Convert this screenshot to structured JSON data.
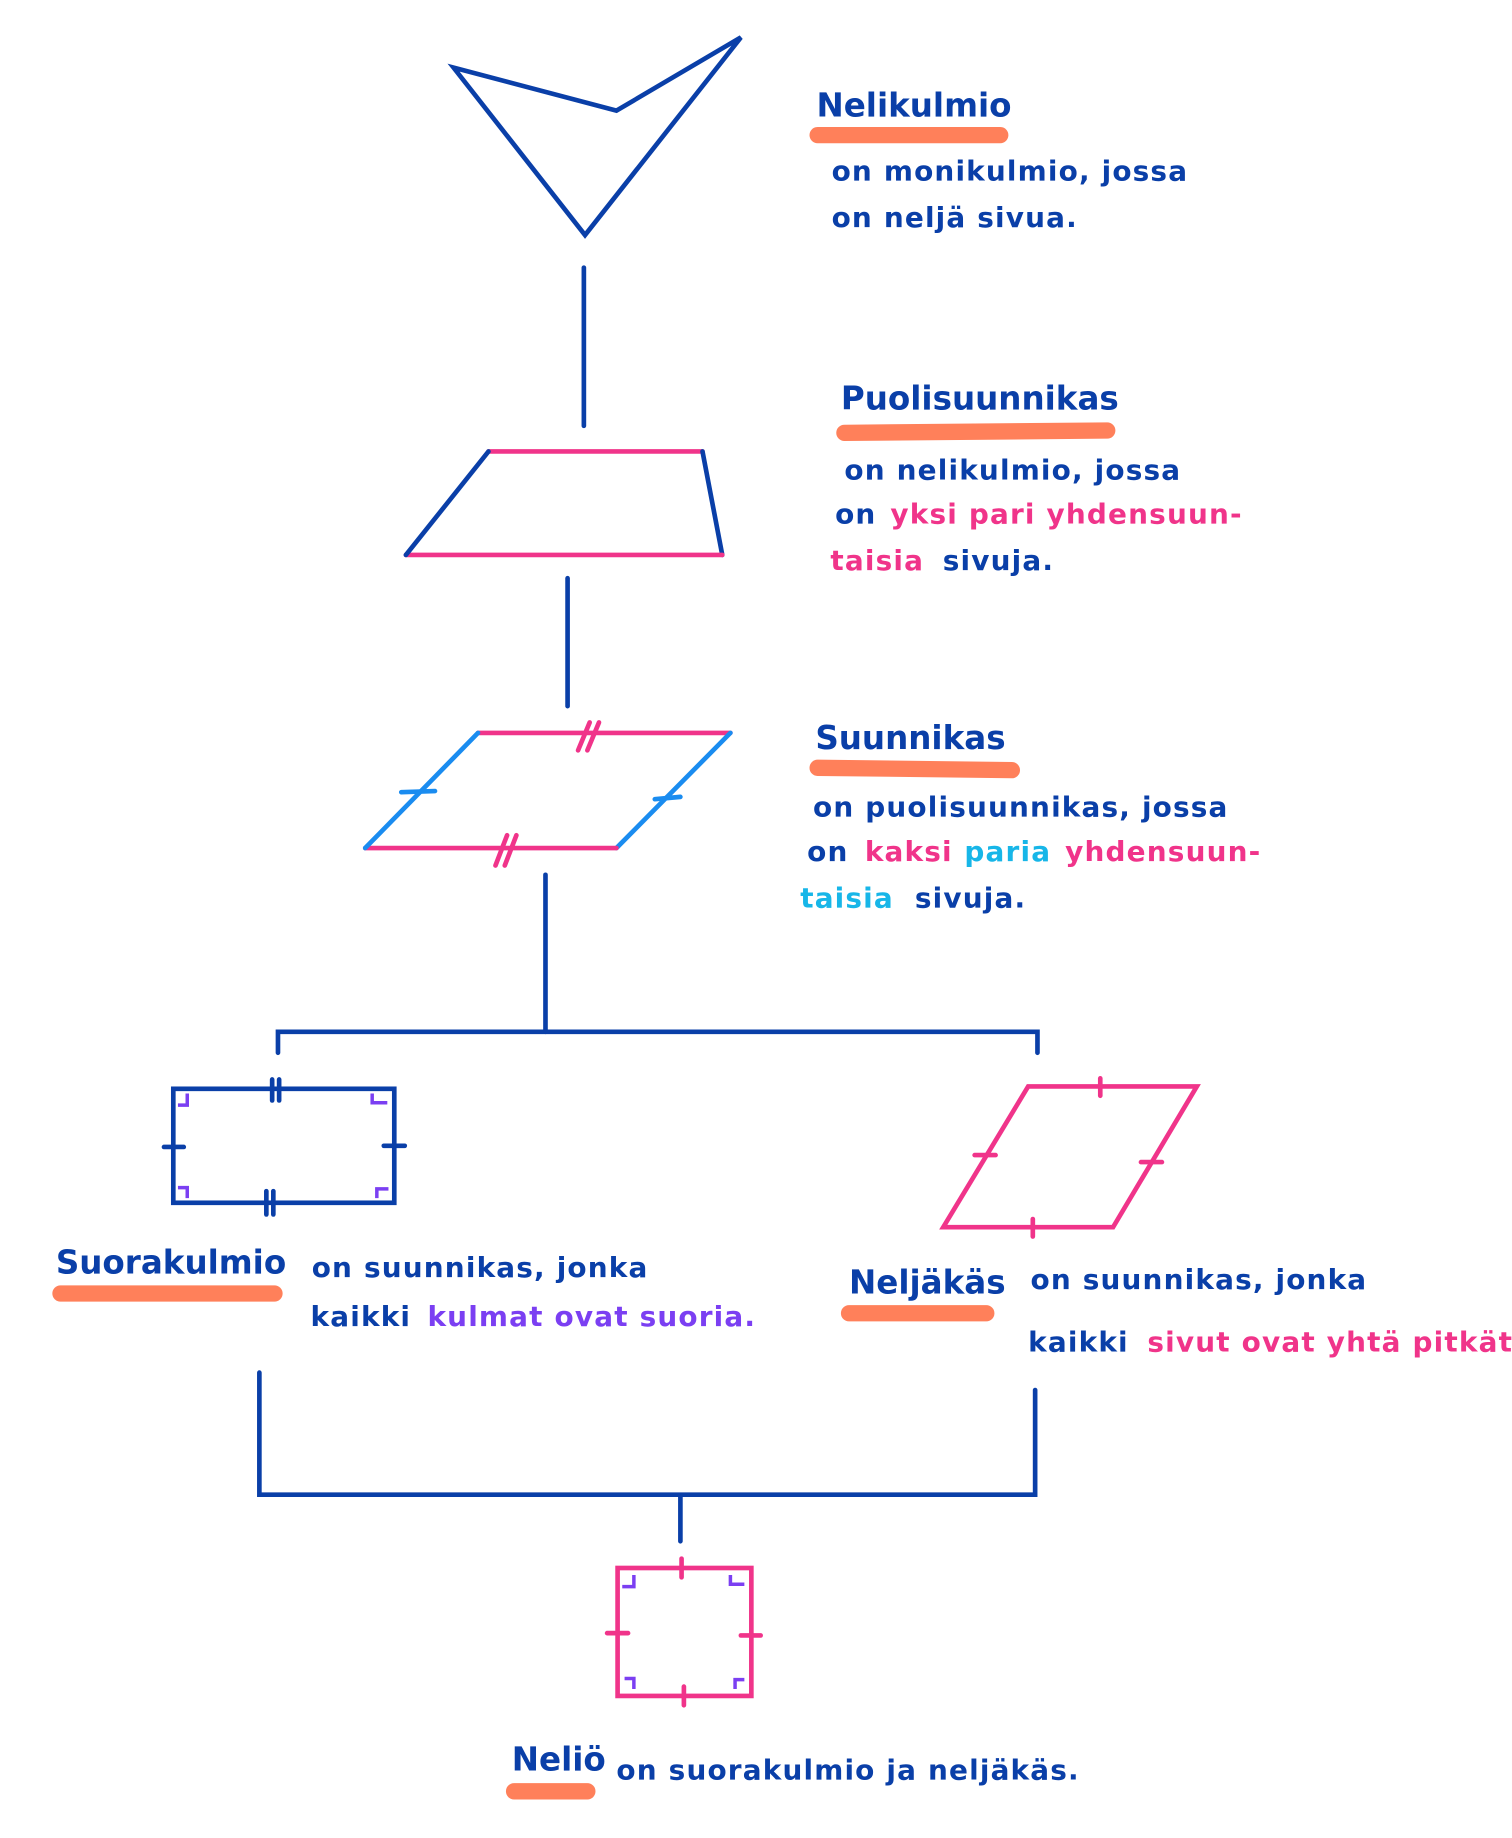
{
  "colors": {
    "blue": "#0a3fa8",
    "pink": "#f0348a",
    "light_blue": "#1a8cf0",
    "cyan": "#17b6e8",
    "purple": "#7b3ff2",
    "highlight": "#ff6a3d"
  },
  "nelikulmio": {
    "title": "Nelikulmio",
    "line1": "on monikulmio, jossa",
    "line2": "on neljä sivua."
  },
  "puolisuunnikas": {
    "title": "Puolisuunnikas",
    "line1": "on nelikulmio, jossa",
    "line2_a": "on",
    "line2_b": "yksi pari yhdensuun-",
    "line3_a": "taisia",
    "line3_b": "sivuja."
  },
  "suunnikas": {
    "title": "Suunnikas",
    "line1": "on puolisuunnikas, jossa",
    "line2_a": "on",
    "line2_b": "kaksi",
    "line2_c": "paria",
    "line2_d": "yhdensuun-",
    "line3_a": "taisia",
    "line3_b": "sivuja."
  },
  "suorakulmio": {
    "title": "Suorakulmio",
    "line1": "on suunnikas, jonka",
    "line2_a": "kaikki",
    "line2_b": "kulmat ovat suoria."
  },
  "neljakas": {
    "title": "Neljäkäs",
    "line1": "on suunnikas, jonka",
    "line2_a": "kaikki",
    "line2_b": "sivut ovat yhtä pitkät."
  },
  "nelio": {
    "title": "Neliö",
    "rest": "on suorakulmio ja neljäkäs."
  }
}
